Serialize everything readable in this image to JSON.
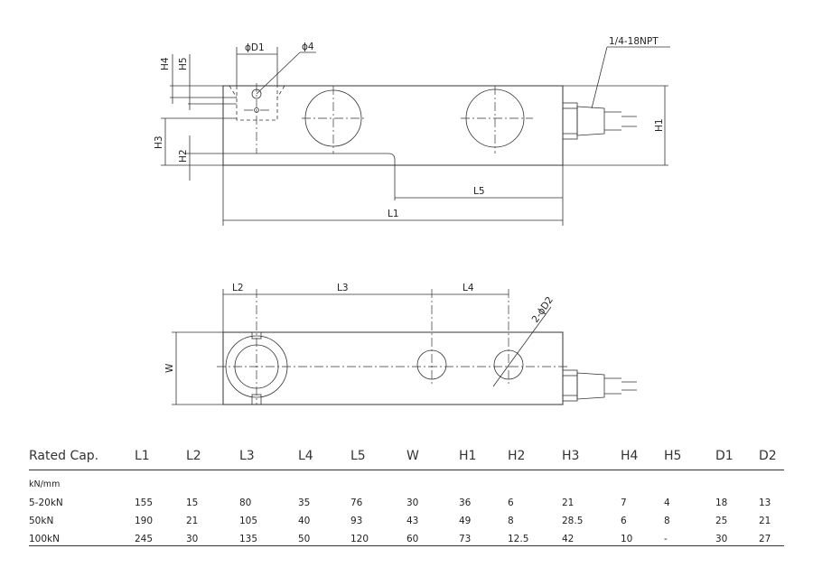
{
  "drawing": {
    "labels": {
      "phi_d1": "ϕD1",
      "phi_4": "ϕ4",
      "h4": "H4",
      "h5": "H5",
      "h3": "H3",
      "h2": "H2",
      "h1": "H1",
      "thread": "1/4-18NPT",
      "l5": "L5",
      "l1": "L1",
      "l2": "L2",
      "l3": "L3",
      "l4": "L4",
      "w": "W",
      "d2_holes": "2-ϕD2"
    }
  },
  "table": {
    "headers": [
      "Rated Cap.",
      "L1",
      "L2",
      "L3",
      "L4",
      "L5",
      "W",
      "H1",
      "H2",
      "H3",
      "H4",
      "H5",
      "D1",
      "D2"
    ],
    "unit": "kN/mm",
    "rows": [
      [
        "5-20kN",
        "155",
        "15",
        "80",
        "35",
        "76",
        "30",
        "36",
        "6",
        "21",
        "7",
        "4",
        "18",
        "13"
      ],
      [
        "50kN",
        "190",
        "21",
        "105",
        "40",
        "93",
        "43",
        "49",
        "8",
        "28.5",
        "6",
        "8",
        "25",
        "21"
      ],
      [
        "100kN",
        "245",
        "30",
        "135",
        "50",
        "120",
        "60",
        "73",
        "12.5",
        "42",
        "10",
        "-",
        "30",
        "27"
      ]
    ]
  }
}
